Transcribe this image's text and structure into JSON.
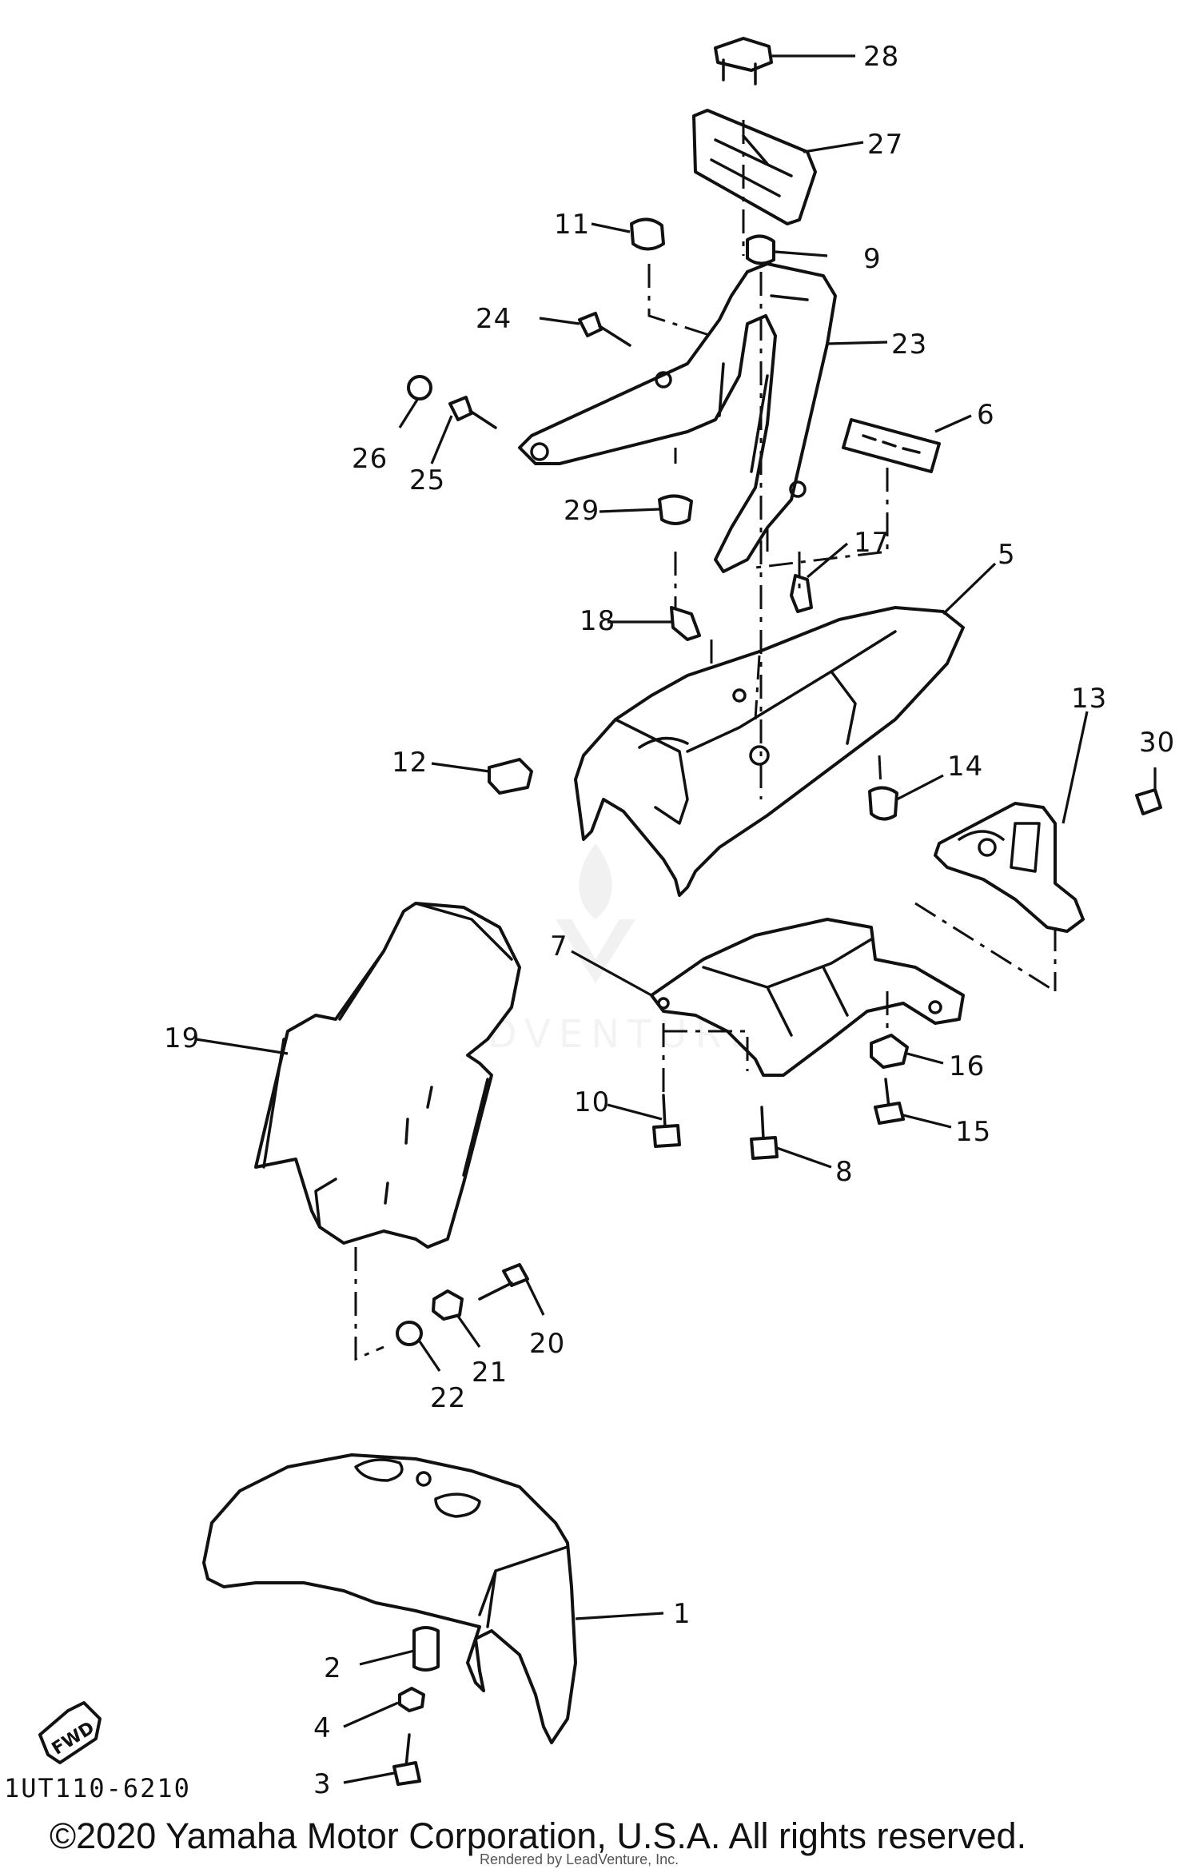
{
  "diagram": {
    "callouts": [
      {
        "id": "1",
        "label": "1"
      },
      {
        "id": "2",
        "label": "2"
      },
      {
        "id": "3",
        "label": "3"
      },
      {
        "id": "4",
        "label": "4"
      },
      {
        "id": "5",
        "label": "5"
      },
      {
        "id": "6",
        "label": "6"
      },
      {
        "id": "7",
        "label": "7"
      },
      {
        "id": "8",
        "label": "8"
      },
      {
        "id": "9",
        "label": "9"
      },
      {
        "id": "10",
        "label": "10"
      },
      {
        "id": "11",
        "label": "11"
      },
      {
        "id": "12",
        "label": "12"
      },
      {
        "id": "13",
        "label": "13"
      },
      {
        "id": "14",
        "label": "14"
      },
      {
        "id": "15",
        "label": "15"
      },
      {
        "id": "16",
        "label": "16"
      },
      {
        "id": "17",
        "label": "17"
      },
      {
        "id": "18",
        "label": "18"
      },
      {
        "id": "19",
        "label": "19"
      },
      {
        "id": "20",
        "label": "20"
      },
      {
        "id": "21",
        "label": "21"
      },
      {
        "id": "22",
        "label": "22"
      },
      {
        "id": "23",
        "label": "23"
      },
      {
        "id": "24",
        "label": "24"
      },
      {
        "id": "25",
        "label": "25"
      },
      {
        "id": "26",
        "label": "26"
      },
      {
        "id": "27",
        "label": "27"
      },
      {
        "id": "28",
        "label": "28"
      },
      {
        "id": "29",
        "label": "29"
      },
      {
        "id": "30",
        "label": "30"
      }
    ],
    "diagram_code": "1UT110-6210",
    "fwd_label": "FWD",
    "copyright": "©2020 Yamaha Motor Corporation, U.S.A. All rights reserved.",
    "rendered_by": "Rendered by LeadVenture, Inc.",
    "watermark_text": "LEADVENTURE"
  }
}
